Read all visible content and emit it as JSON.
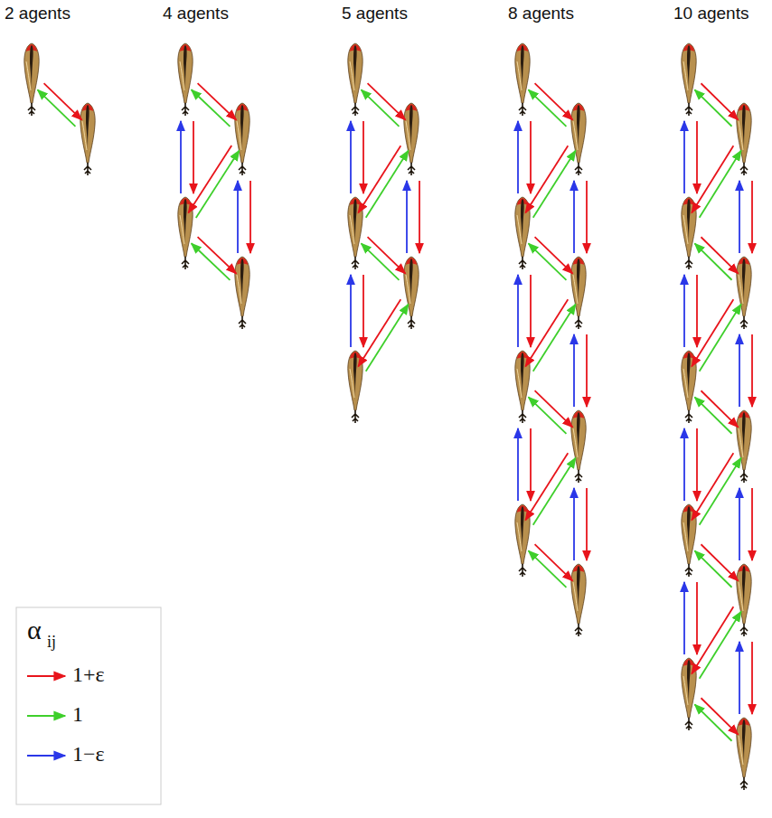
{
  "diagram": {
    "labels": [
      "2 agents",
      "4 agents",
      "5 agents",
      "8 agents",
      "10 agents",
      "α",
      "ij"
    ],
    "legend": [
      {
        "text": "1+ε"
      },
      {
        "text": "1"
      },
      {
        "text": "1−ε"
      }
    ]
  }
}
